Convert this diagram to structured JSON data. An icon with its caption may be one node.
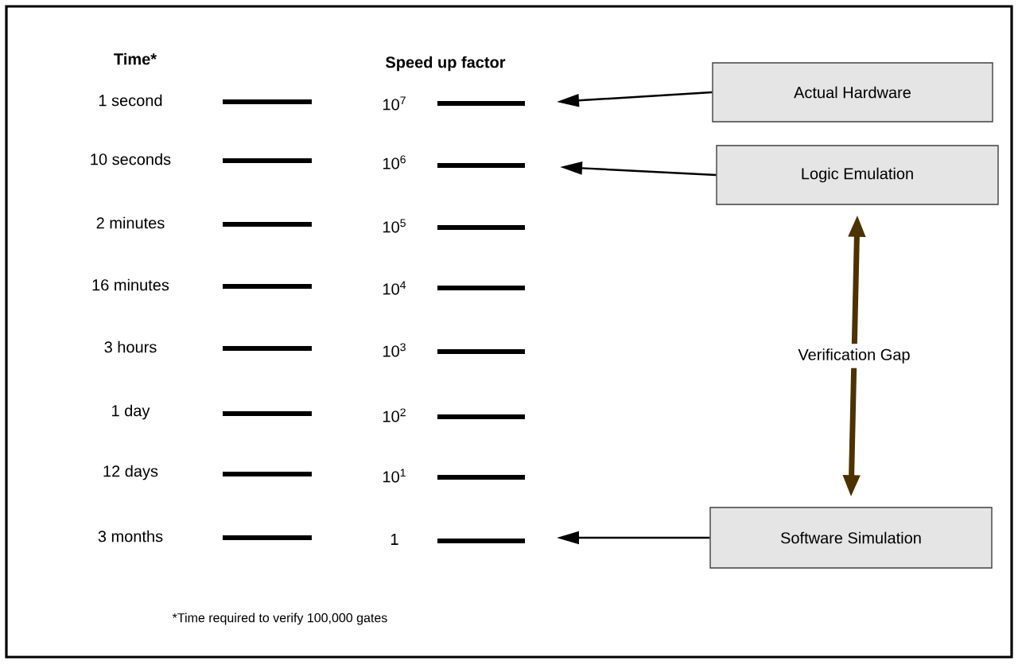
{
  "diagram": {
    "nodes": [
      {
        "text": [
          "Actual Hardware"
        ]
      },
      {
        "text": [
          "Logic Emulation"
        ]
      },
      {
        "text": [
          "Software Simulation"
        ]
      }
    ],
    "edges": [
      {
        "from": 0,
        "to": null,
        "arrow": "to"
      },
      {
        "from": 1,
        "to": null,
        "arrow": "to"
      },
      {
        "from": 2,
        "to": null,
        "arrow": "to"
      },
      {
        "from": 1,
        "to": 2,
        "arrow": "both",
        "label": "Verification Gap",
        "style": "thick",
        "color": "#4d3200"
      }
    ],
    "labels": [
      "Time*",
      "Speed up factor",
      "1 second",
      "10$^{7}$",
      "10 seconds",
      "10$^{6}$",
      "2 minutes",
      "10$^{5}$",
      "16 minutes",
      "10$^{4}$",
      "3 hours",
      "10$^{3}$",
      "1 day",
      "10$^{2}$",
      "12 days",
      "10$^{1}$",
      "3 months",
      "1",
      "*Time required to verify 100,000 gates"
    ]
  }
}
